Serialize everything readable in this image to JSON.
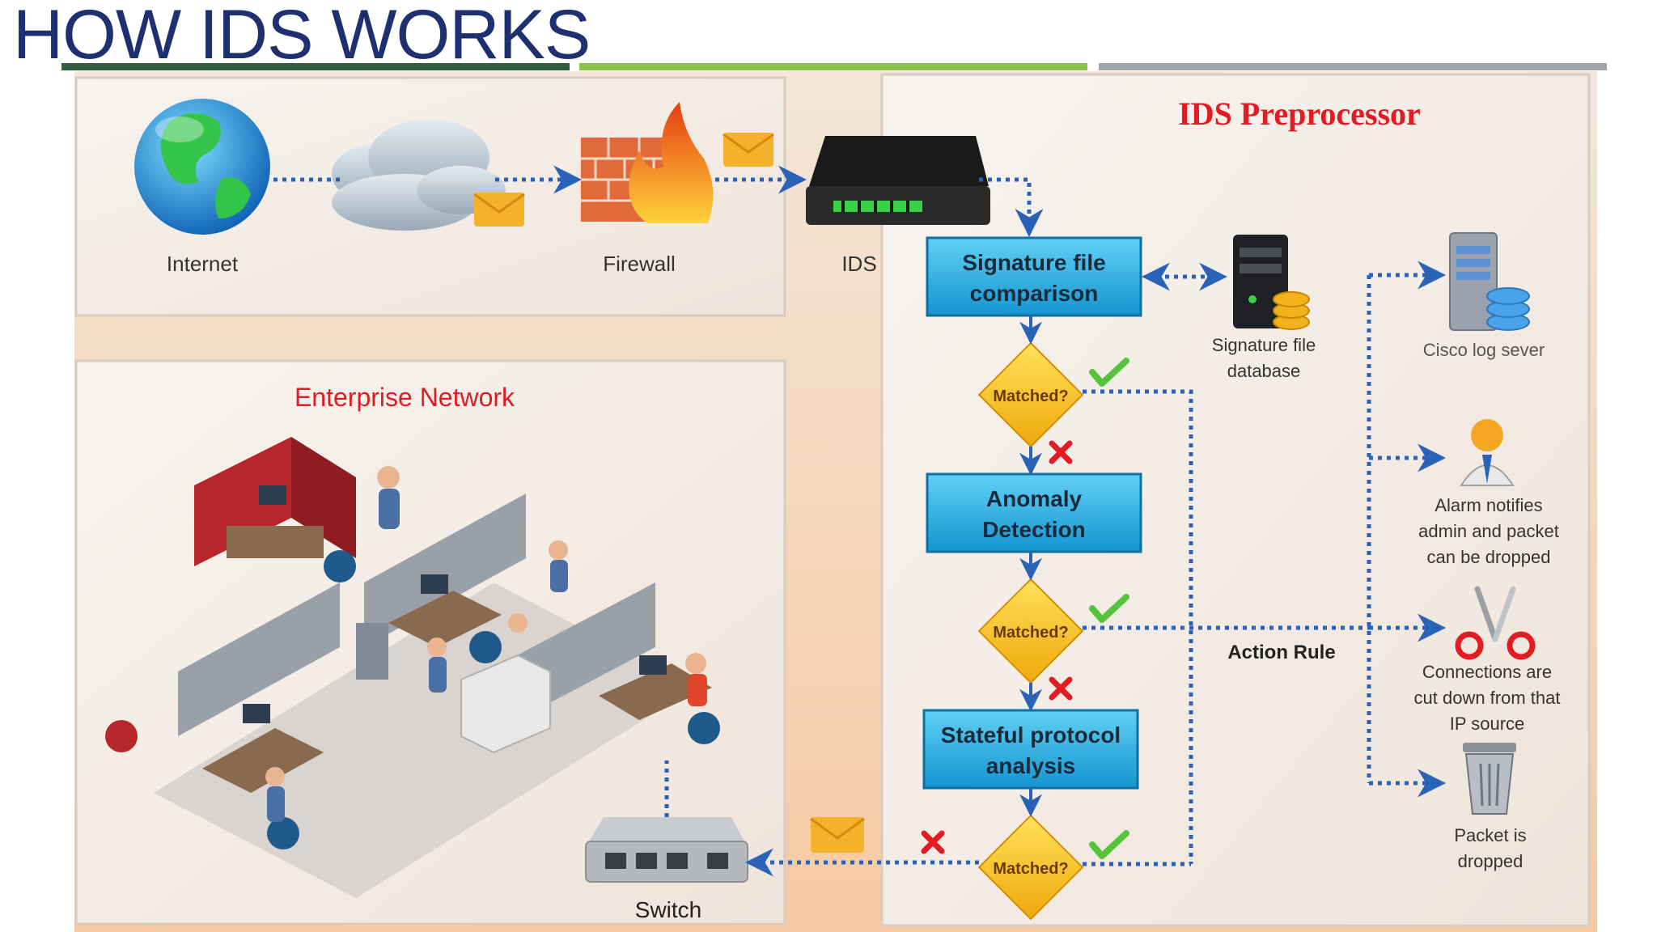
{
  "slide": {
    "title": "HOW IDS WORKS"
  },
  "colors": {
    "title": "#1f3070",
    "rule_dark": "#2f5f3f",
    "rule_green": "#8bc34a",
    "rule_gray": "#a0a4a8",
    "process_box": "#28b4e6",
    "decision": "#f5c518",
    "red_label": "#e31b23",
    "connector": "#2a62b8"
  },
  "top_panel": {
    "internet_label": "Internet",
    "firewall_label": "Firewall",
    "ids_label": "IDS"
  },
  "enterprise": {
    "title": "Enterprise Network",
    "switch_label": "Switch"
  },
  "preprocessor": {
    "title": "IDS Preprocessor",
    "steps": [
      {
        "line1": "Signature file",
        "line2": "comparison"
      },
      {
        "line1": "Anomaly",
        "line2": "Detection"
      },
      {
        "line1": "Stateful protocol",
        "line2": "analysis"
      }
    ],
    "decision_label": "Matched?",
    "action_rule": "Action Rule",
    "db_label_1": "Signature file",
    "db_label_2": "database"
  },
  "actions": {
    "log": "Cisco log sever",
    "alarm": [
      "Alarm notifies",
      "admin and packet",
      "can be dropped"
    ],
    "cut": [
      "Connections are",
      "cut down from that",
      "IP source"
    ],
    "drop": [
      "Packet is",
      "dropped"
    ]
  }
}
